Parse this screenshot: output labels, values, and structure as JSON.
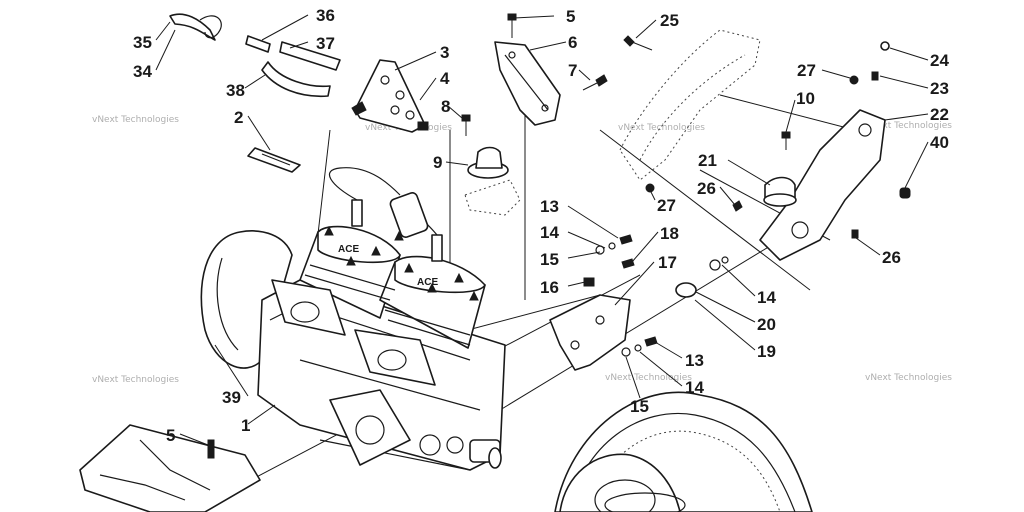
{
  "diagram": {
    "callouts": [
      "1",
      "2",
      "3",
      "4",
      "5",
      "5",
      "6",
      "7",
      "8",
      "9",
      "10",
      "13",
      "13",
      "14",
      "14",
      "14",
      "15",
      "15",
      "16",
      "17",
      "18",
      "19",
      "20",
      "21",
      "22",
      "23",
      "24",
      "25",
      "26",
      "26",
      "27",
      "27",
      "34",
      "35",
      "36",
      "37",
      "38",
      "39",
      "40"
    ],
    "watermark": "vNext Technologies"
  }
}
